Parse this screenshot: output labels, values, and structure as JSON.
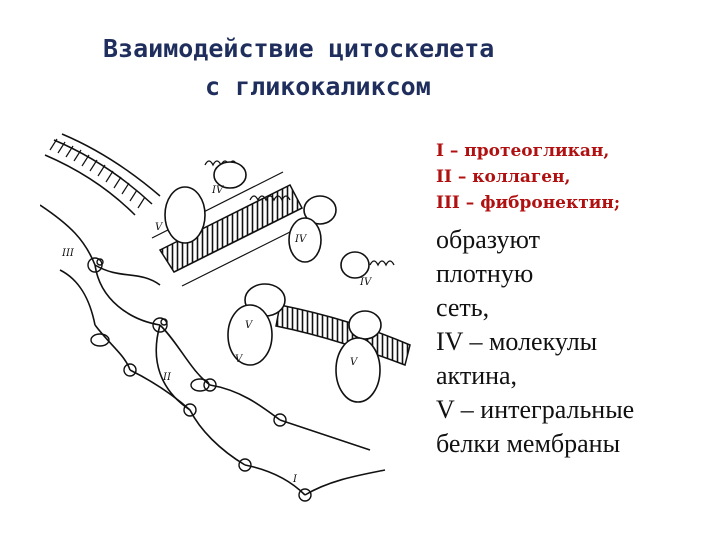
{
  "title": {
    "line1": "Взаимодействие цитоскелета",
    "line2": "с гликокаликсом"
  },
  "legend": {
    "red_lines": [
      "I – протеогликан,",
      "II – коллаген,",
      "III – фибронектин;"
    ],
    "black_lines": [
      "образуют",
      "плотную",
      "сеть,",
      "IV – молекулы",
      "актина,",
      "V – интегральные",
      "белки мембраны"
    ]
  },
  "figure": {
    "labels": [
      "III",
      "IV",
      "V",
      "IV",
      "V",
      "IV",
      "V",
      "V",
      "II",
      "I"
    ]
  },
  "colors": {
    "title": "#1f2e5c",
    "legend_red": "#b01010",
    "text": "#111111"
  }
}
